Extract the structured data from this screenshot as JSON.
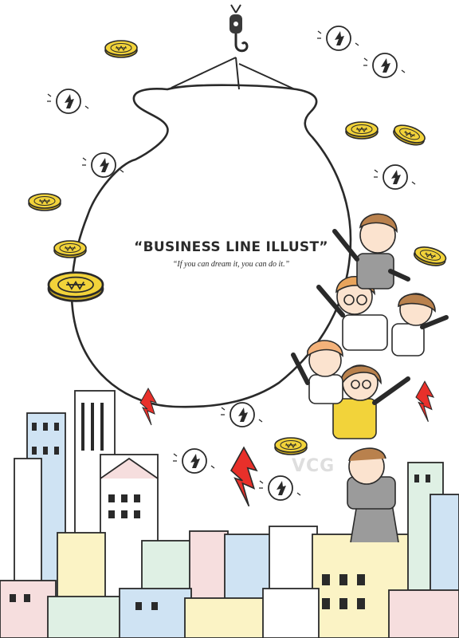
{
  "headline": {
    "title": "“BUSINESS LINE  ILLUST”",
    "subtitle": "“If you can dream it, you can do it.”"
  },
  "watermark": "VCG",
  "colors": {
    "ink": "#2a2a2a",
    "coin": "#f2d33a",
    "coin_shade": "#c9a91e",
    "arrow_red": "#e8302a",
    "building_blue": "#cfe3f3",
    "building_pink": "#f6dede",
    "building_yellow": "#fbf3c5",
    "building_green": "#dff0e4",
    "suit_gray": "#9b9b9b",
    "hair_brown": "#b9814d",
    "skin": "#fbe3cf"
  },
  "icons": [
    "coin-icon",
    "arrow-up-icon",
    "hook-icon",
    "money-bag-outline"
  ]
}
